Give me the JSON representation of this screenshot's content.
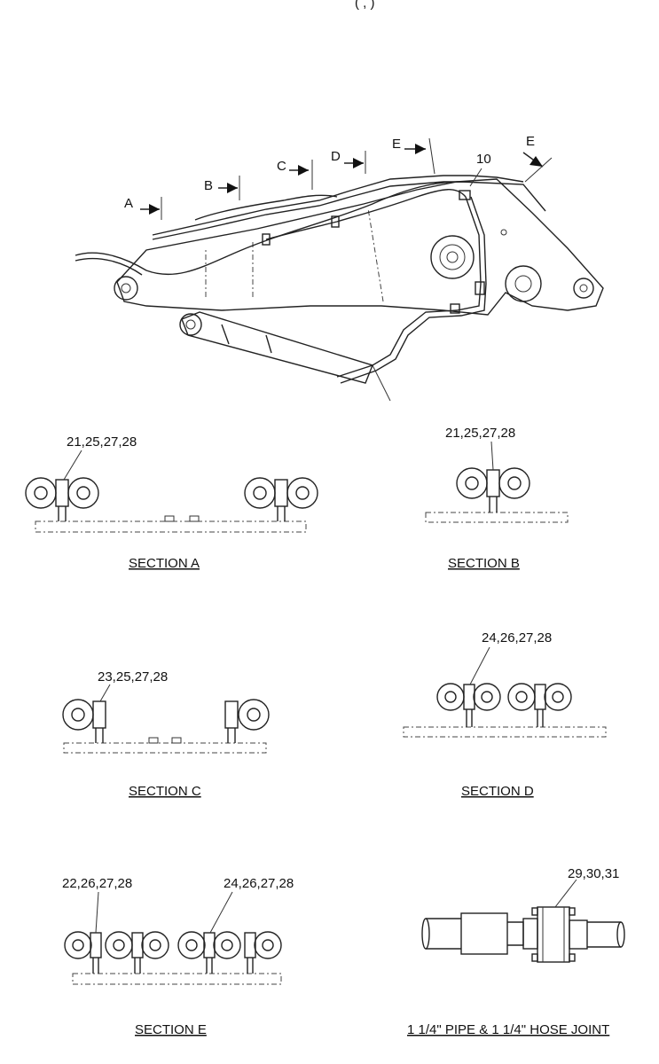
{
  "header_fragment": "(     ,                              )",
  "main_view": {
    "section_arrows": [
      "A",
      "B",
      "C",
      "D",
      "E",
      "E"
    ],
    "callout": "10"
  },
  "sections": [
    {
      "title": "SECTION A",
      "parts": "21,25,27,28"
    },
    {
      "title": "SECTION B",
      "parts": "21,25,27,28"
    },
    {
      "title": "SECTION C",
      "parts": "23,25,27,28"
    },
    {
      "title": "SECTION D",
      "parts": "24,26,27,28"
    },
    {
      "title": "SECTION E",
      "parts": [
        "22,26,27,28",
        "24,26,27,28"
      ]
    },
    {
      "title": "1  1/4\" PIPE & 1  1/4\" HOSE JOINT",
      "parts": "29,30,31"
    }
  ]
}
